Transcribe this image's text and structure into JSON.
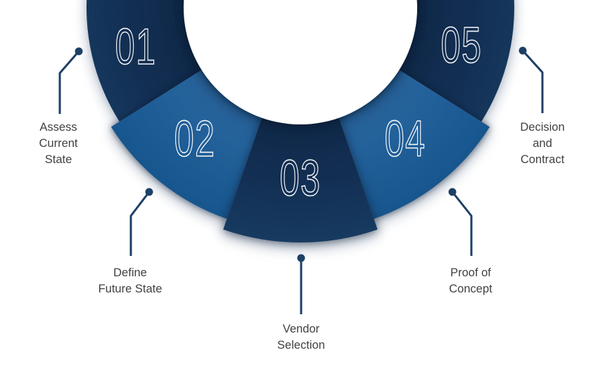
{
  "diagram": {
    "type": "process-ring",
    "step_count": 5,
    "steps": [
      {
        "number": "01",
        "label": "Assess\nCurrent\nState"
      },
      {
        "number": "02",
        "label": "Define\nFuture State"
      },
      {
        "number": "03",
        "label": "Vendor\nSelection"
      },
      {
        "number": "04",
        "label": "Proof of\nConcept"
      },
      {
        "number": "05",
        "label": "Decision and\nContract"
      }
    ],
    "colors": {
      "dark_segment": "#122E52",
      "light_segment": "#1D5C94",
      "inner_rim_shadow": "#081C38",
      "connector_line": "#1D4066",
      "label_text": "#414141",
      "number_stroke": "#FFFFFF",
      "background": "#FFFFFF"
    }
  }
}
